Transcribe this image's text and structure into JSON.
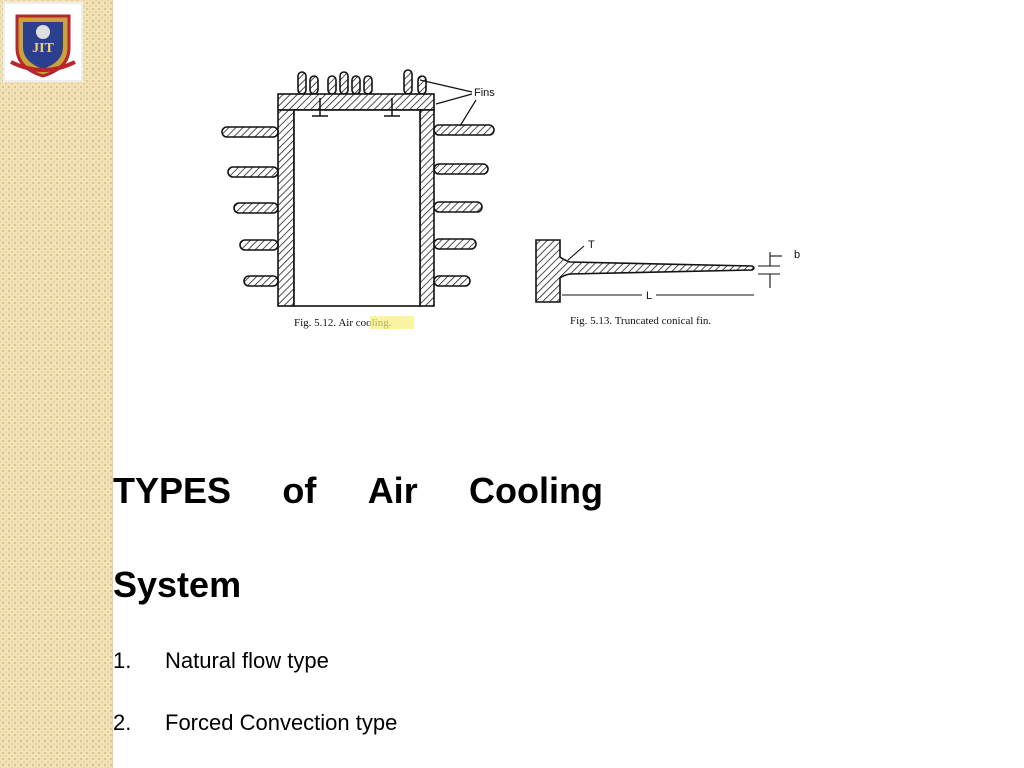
{
  "logo": {
    "text": "JIT"
  },
  "figures": {
    "fig1": {
      "caption_prefix": "Fig. 5.12. Air ",
      "caption_highlight": "cooling",
      "caption_suffix": ".",
      "label_fins": "Fins"
    },
    "fig2": {
      "caption": "Fig. 5.13. Truncated conical fin.",
      "label_T": "T",
      "label_b": "b",
      "label_L": "L"
    }
  },
  "slide": {
    "title_words": [
      "TYPES",
      "of",
      "Air",
      "Cooling"
    ],
    "title_line2": "System",
    "list": [
      {
        "number": "1.",
        "text": "Natural flow type"
      },
      {
        "number": "2.",
        "text": "Forced Convection type"
      }
    ]
  },
  "colors": {
    "sidebar": "#f3e3b8",
    "highlight": "#f5f07a",
    "logo_shield": "#2b3f8f",
    "logo_border": "#b8262b"
  }
}
